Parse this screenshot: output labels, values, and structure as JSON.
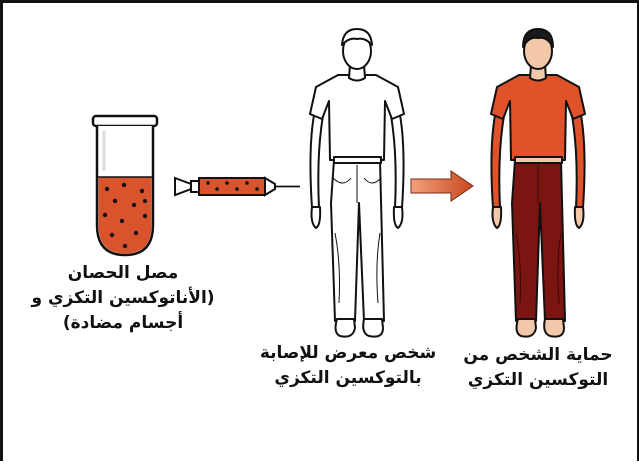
{
  "captions": {
    "serum": {
      "line1": "مصل الحصان",
      "line2": "(الأناتوكسين التكزي و",
      "line3": "أجسام مضادة)"
    },
    "exposed_person": {
      "line1": "شخص معرض للإصابة",
      "line2": "بالتوكسين التكزي"
    },
    "protected_person": {
      "line1": "حماية الشخص من",
      "line2": "التوكسين التكزي"
    }
  },
  "colors": {
    "serum": "#d9542c",
    "shirt": "#e0532a",
    "pants": "#7a1512",
    "arrow": "#c8471f",
    "outline": "#111111"
  },
  "icons": [
    "test-tube-icon",
    "syringe-icon",
    "right-arrow-icon",
    "person-figure-icon"
  ]
}
